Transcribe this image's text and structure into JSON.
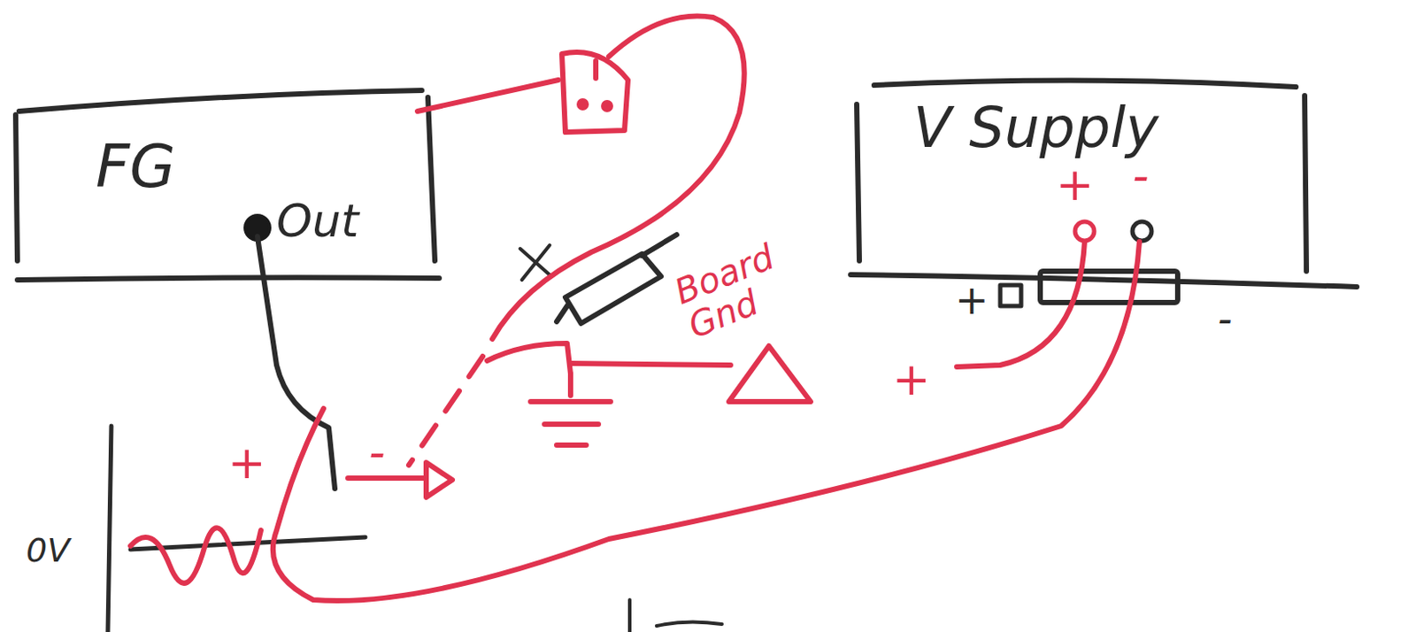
{
  "diagram": {
    "nodes": [
      {
        "text": [
          "FG"
        ]
      },
      {
        "text": [
          "V Supply"
        ]
      }
    ],
    "labels": [
      "Out",
      "+",
      "-",
      "+",
      "-",
      "+",
      "Board Gnd",
      "+",
      "-",
      "0V"
    ]
  }
}
